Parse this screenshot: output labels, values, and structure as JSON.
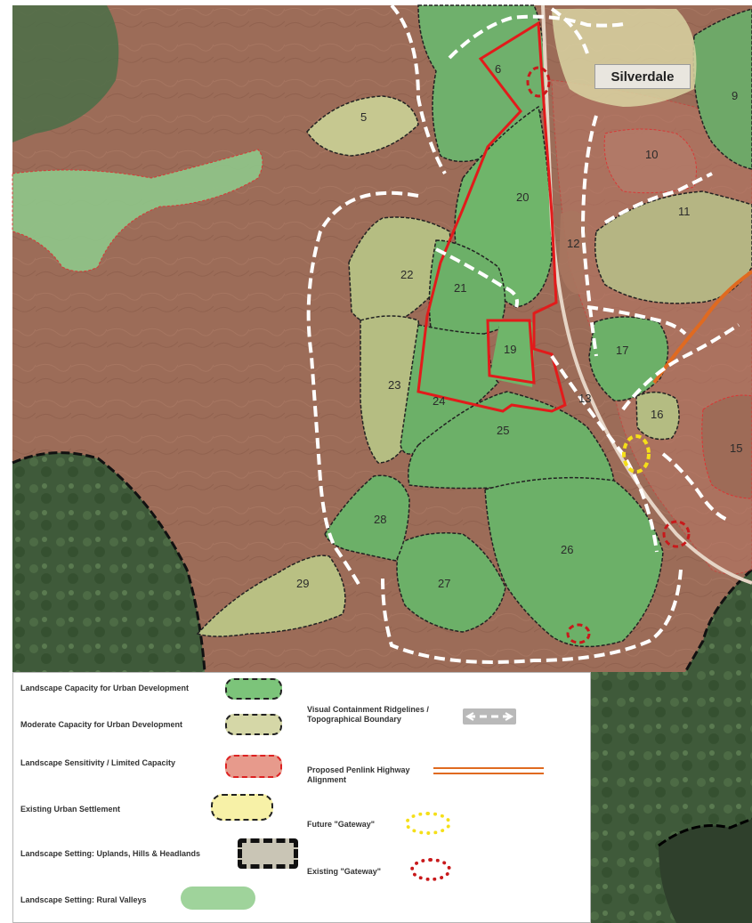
{
  "map": {
    "town_label": "Silverdale",
    "zones": [
      {
        "number": "5"
      },
      {
        "number": "6"
      },
      {
        "number": "9"
      },
      {
        "number": "10"
      },
      {
        "number": "11"
      },
      {
        "number": "12"
      },
      {
        "number": "13"
      },
      {
        "number": "15"
      },
      {
        "number": "16"
      },
      {
        "number": "17"
      },
      {
        "number": "19"
      },
      {
        "number": "20"
      },
      {
        "number": "21"
      },
      {
        "number": "22"
      },
      {
        "number": "23"
      },
      {
        "number": "24"
      },
      {
        "number": "25"
      },
      {
        "number": "26"
      },
      {
        "number": "27"
      },
      {
        "number": "28"
      },
      {
        "number": "29"
      }
    ]
  },
  "legend": {
    "items": [
      {
        "label": "Landscape Capacity for Urban Development"
      },
      {
        "label": "Moderate Capacity for Urban Development"
      },
      {
        "label": "Landscape Sensitivity / Limited Capacity"
      },
      {
        "label": "Existing Urban Settlement"
      },
      {
        "label": "Landscape Setting: Uplands, Hills & Headlands"
      },
      {
        "label": "Landscape Setting: Rural Valleys"
      },
      {
        "label": "Visual Containment Ridgelines / Topographical Boundary"
      },
      {
        "label": "Proposed Penlink Highway Alignment"
      },
      {
        "label": "Future \"Gateway\""
      },
      {
        "label": "Existing \"Gateway\""
      }
    ]
  },
  "colors": {
    "capacity_green": "#7cc47a",
    "moderate_green": "#c8cf98",
    "sensitivity_red": "#e79a8c",
    "urban_yellow": "#f7f1a7",
    "rural_valley_green": "#9fd39b",
    "terrain_brown": "#9b6a55",
    "highway_orange": "#e06a20",
    "boundary_red": "#e21b1b",
    "future_gateway_yellow": "#f5df19",
    "existing_gateway_red": "#c8191b"
  }
}
